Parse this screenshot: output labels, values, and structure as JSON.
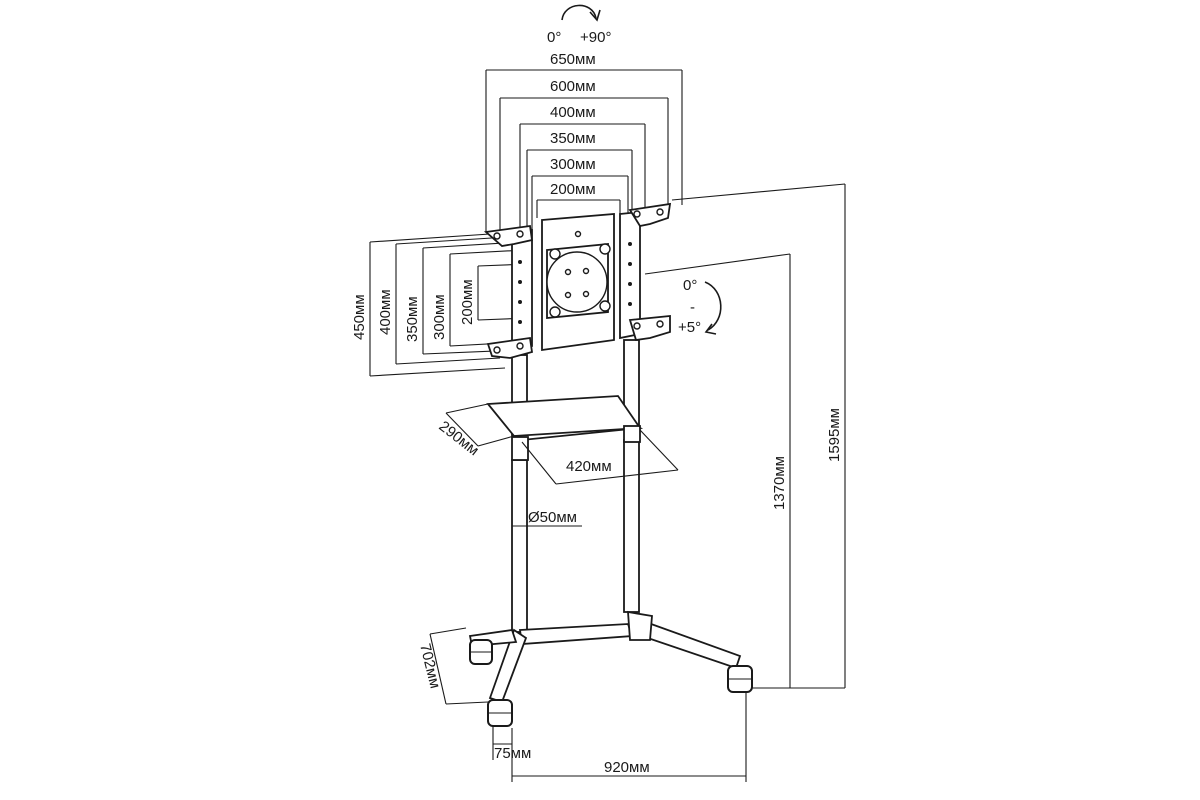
{
  "dimensions": {
    "vesa_horizontal": [
      "650мм",
      "600мм",
      "400мм",
      "350мм",
      "300мм",
      "200мм"
    ],
    "vesa_vertical": [
      "450мм",
      "400мм",
      "350мм",
      "300мм",
      "200мм"
    ],
    "rotation": {
      "start": "0°",
      "end": "+90°"
    },
    "tilt": {
      "start": "0°",
      "separator": "-",
      "end": "+5°"
    },
    "shelf_depth": "290мм",
    "shelf_width": "420мм",
    "pole_diameter": "Ø50мм",
    "height_mount": "1370мм",
    "height_total": "1595мм",
    "base_depth": "702мм",
    "wheel_offset": "75мм",
    "base_width": "920мм"
  },
  "colors": {
    "line": "#1a1a1a",
    "background": "#ffffff"
  }
}
